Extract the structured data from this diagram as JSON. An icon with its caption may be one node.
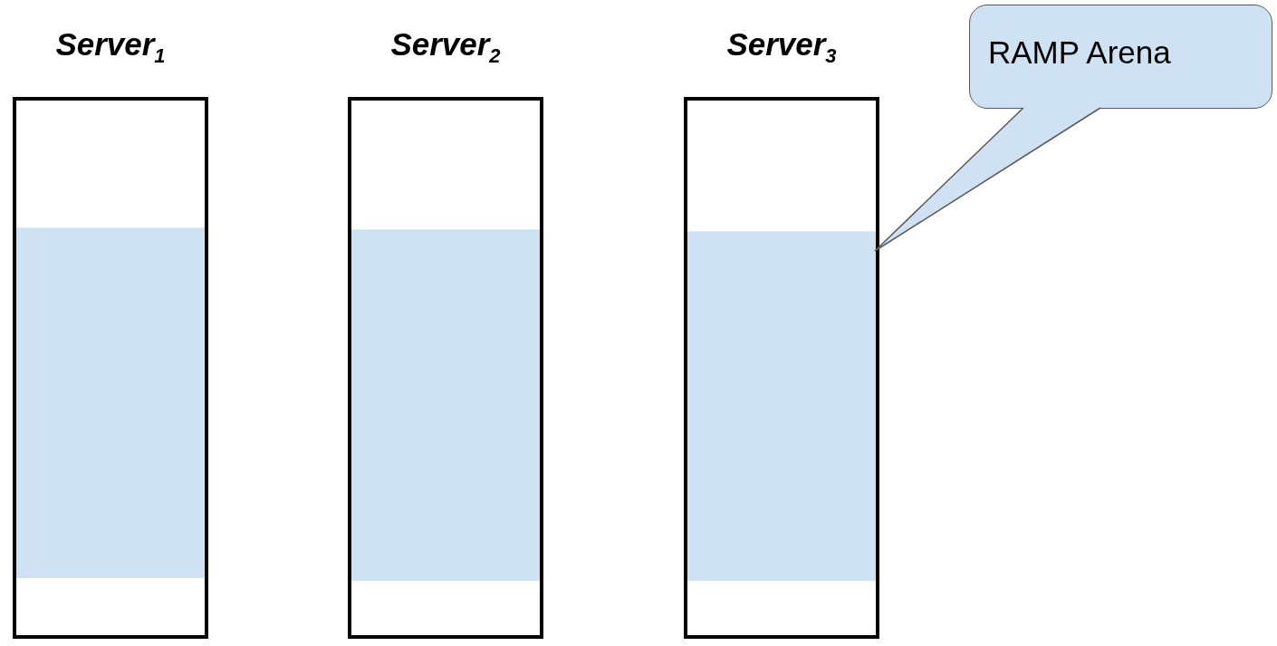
{
  "diagram": {
    "nodes": [
      {
        "text": [
          "Server$_{1}$"
        ]
      },
      {
        "text": [],
        "shape": "bar",
        "in": 0
      },
      {
        "text": [
          "Server$_{2}$"
        ]
      },
      {
        "text": [],
        "shape": "bar",
        "in": 2
      },
      {
        "text": [
          "Server$_{3}$"
        ]
      },
      {
        "text": [],
        "shape": "bar",
        "in": 4
      },
      {
        "text": [
          "RAMP Arena"
        ]
      }
    ],
    "edges": [
      {
        "from": 6,
        "to": 5,
        "arrow": "none"
      }
    ]
  }
}
